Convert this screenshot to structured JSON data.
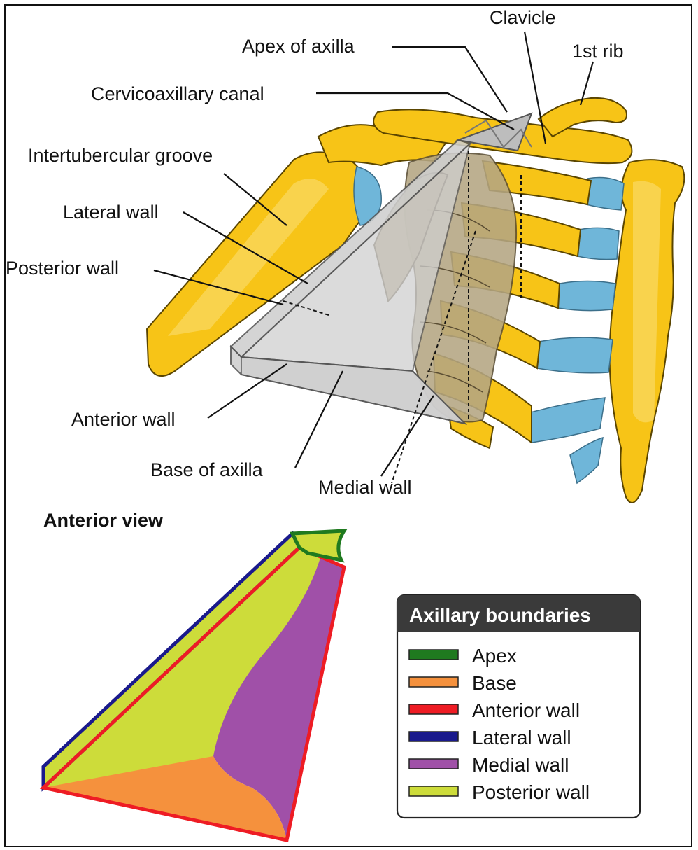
{
  "labels": {
    "clavicle": "Clavicle",
    "first_rib": "1st rib",
    "apex_of_axilla": "Apex of axilla",
    "cervicoaxillary_canal": "Cervicoaxillary canal",
    "intertubercular_groove": "Intertubercular groove",
    "lateral_wall": "Lateral wall",
    "posterior_wall": "Posterior wall",
    "anterior_wall": "Anterior wall",
    "base_of_axilla": "Base of axilla",
    "medial_wall": "Medial wall"
  },
  "anterior_view_title": "Anterior view",
  "legend": {
    "title": "Axillary boundaries",
    "items": [
      {
        "label": "Apex",
        "color": "#1f7a1f"
      },
      {
        "label": "Base",
        "color": "#f5913d"
      },
      {
        "label": "Anterior wall",
        "color": "#ee1c24"
      },
      {
        "label": "Lateral wall",
        "color": "#1a1a8c"
      },
      {
        "label": "Medial wall",
        "color": "#a050a8"
      },
      {
        "label": "Posterior wall",
        "color": "#cddc3a"
      }
    ]
  },
  "colors": {
    "apex": "#1f7a1f",
    "base": "#f5913d",
    "anterior_wall": "#ee1c24",
    "lateral_wall": "#1a1a8c",
    "medial_wall": "#a050a8",
    "posterior_wall": "#cddc3a",
    "bone": "#f7c417",
    "cartilage": "#6fb6d9"
  }
}
